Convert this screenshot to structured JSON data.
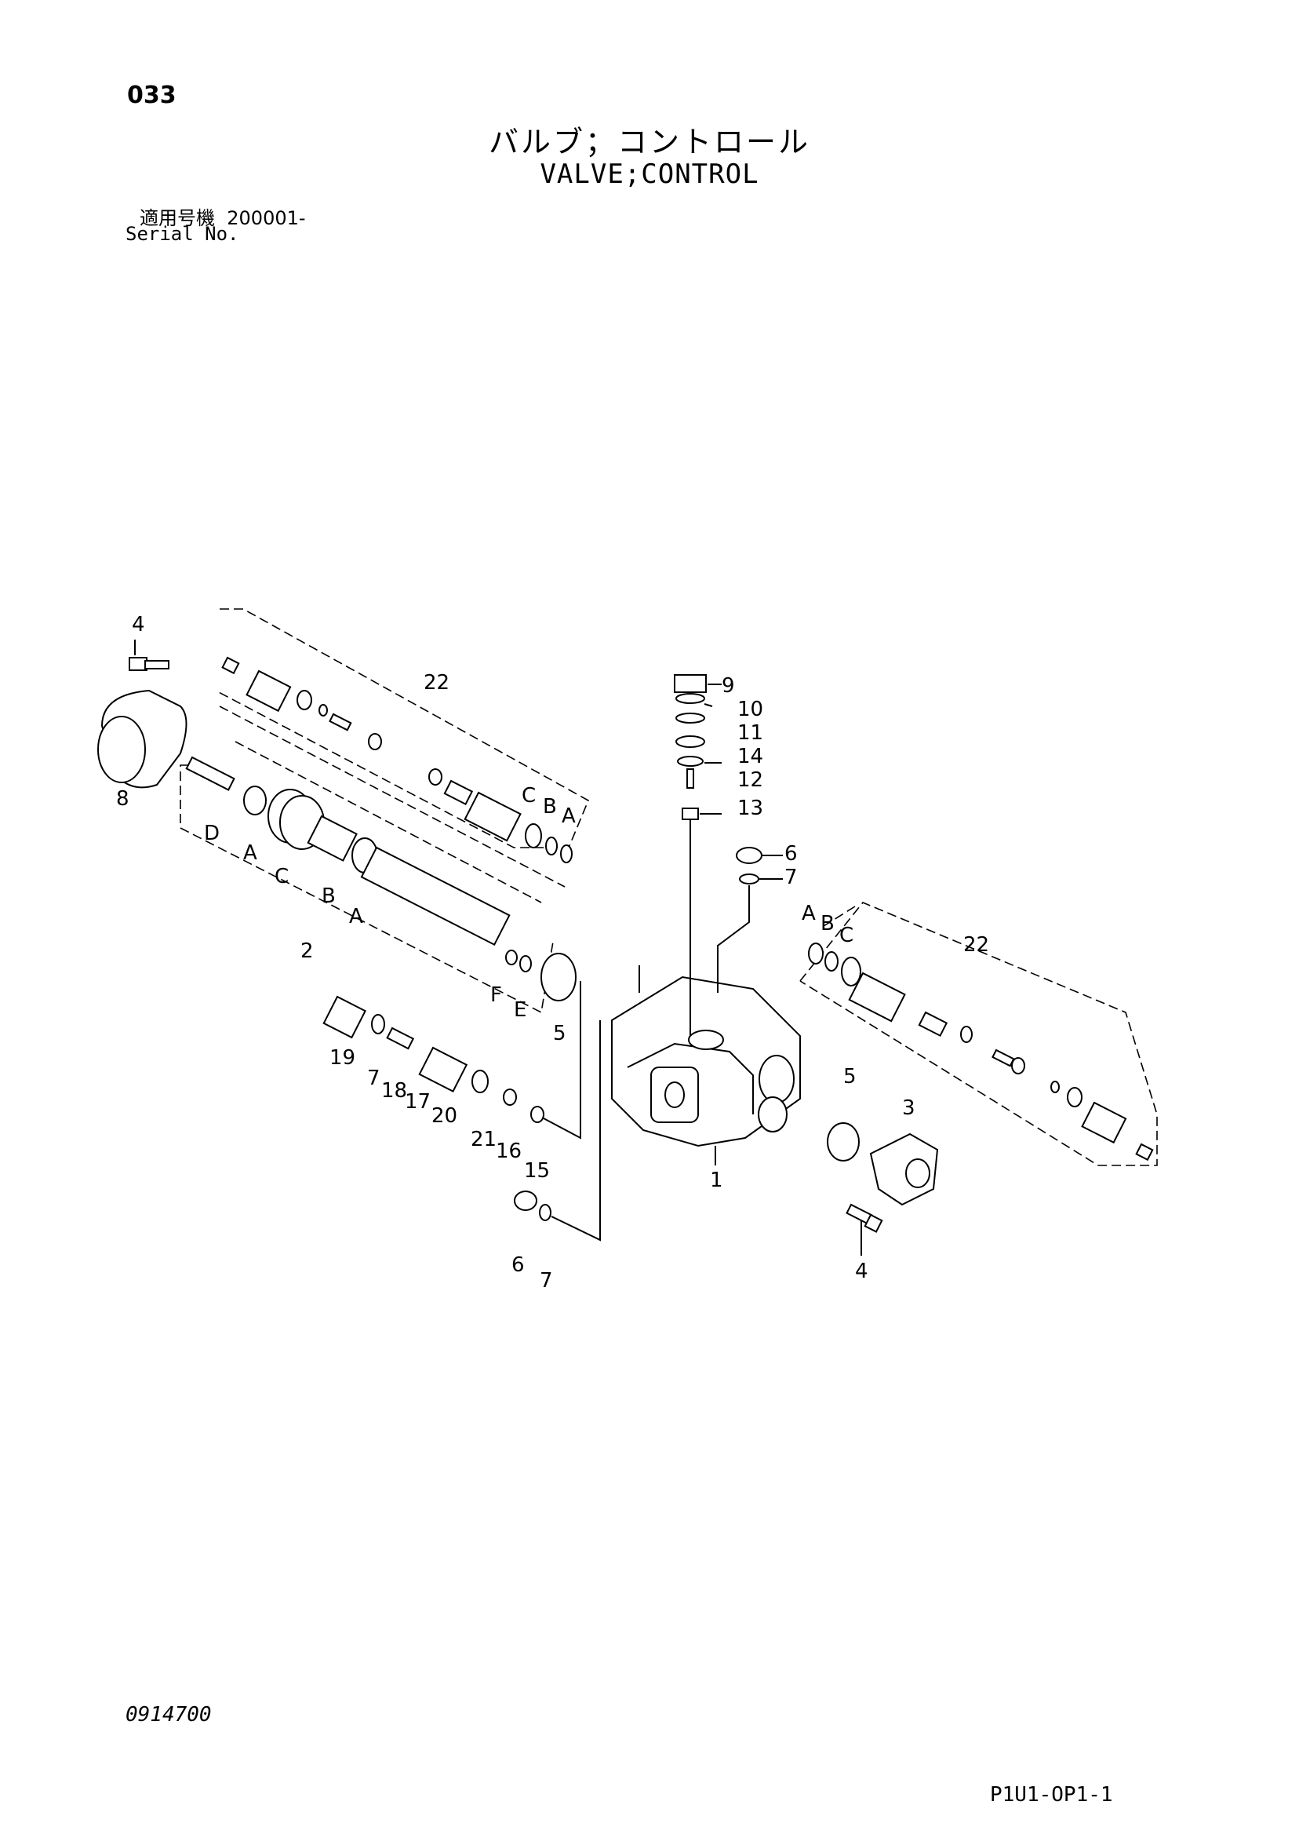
{
  "header": {
    "page_number": "033",
    "title_jp": "バルブ；コントロール",
    "title_en": "VALVE;CONTROL",
    "serial_label_jp": "適用号機",
    "serial_value": "200001-",
    "serial_label_en": "Serial No."
  },
  "footer": {
    "doc_code": "0914700",
    "page_code": "P1U1-OP1-1"
  },
  "callouts": {
    "c4a": "4",
    "c22a": "22",
    "c8": "8",
    "cD": "D",
    "cA1": "A",
    "cC1": "C",
    "cB1": "B",
    "cA2": "A",
    "c2": "2",
    "cF": "F",
    "cE": "E",
    "c5a": "5",
    "cC2": "C",
    "cB2": "B",
    "cA3": "A",
    "c9": "9",
    "c10": "10",
    "c11": "11",
    "c14": "14",
    "c12": "12",
    "c13": "13",
    "c6a": "6",
    "c7a": "7",
    "cA4": "A",
    "cB3": "B",
    "cC3": "C",
    "c22b": "22",
    "c19": "19",
    "c7b": "7",
    "c18": "18",
    "c17": "17",
    "c20": "20",
    "c21": "21",
    "c16": "16",
    "c15": "15",
    "c5b": "5",
    "c3": "3",
    "c1": "1",
    "c4b": "4",
    "c6b": "6",
    "c7c": "7"
  }
}
